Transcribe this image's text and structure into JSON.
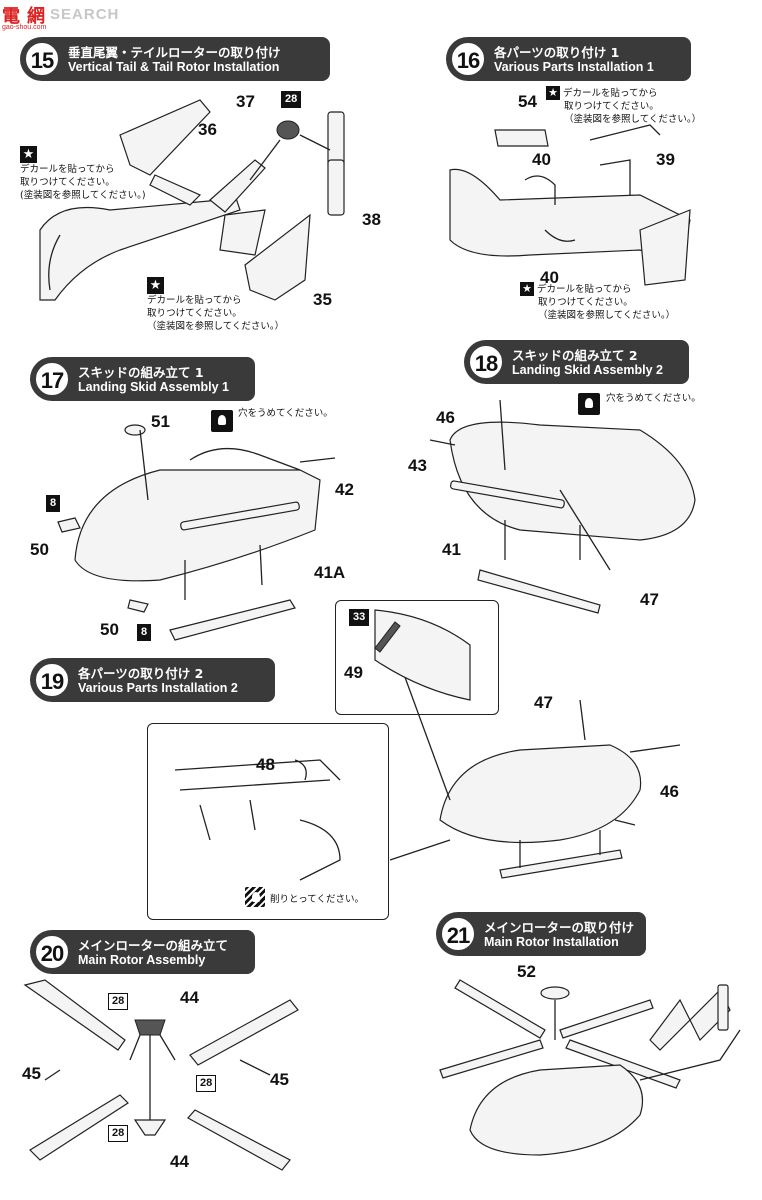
{
  "watermark": {
    "logo": "電 網",
    "sub": "gao-shou.com",
    "search": "SEARCH"
  },
  "steps": {
    "s15": {
      "num": "15",
      "jp": "垂直尾翼・テイルローターの取り付け",
      "en": "Vertical Tail & Tail Rotor Installation"
    },
    "s16": {
      "num": "16",
      "jp": "各パーツの取り付け 1",
      "en": "Various Parts Installation 1"
    },
    "s17": {
      "num": "17",
      "jp": "スキッドの組み立て 1",
      "en": "Landing Skid Assembly 1"
    },
    "s18": {
      "num": "18",
      "jp": "スキッドの組み立て 2",
      "en": "Landing Skid Assembly 2"
    },
    "s19": {
      "num": "19",
      "jp": "各パーツの取り付け 2",
      "en": "Various Parts Installation 2"
    },
    "s20": {
      "num": "20",
      "jp": "メインローターの組み立て",
      "en": "Main Rotor Assembly"
    },
    "s21": {
      "num": "21",
      "jp": "メインローターの取り付け",
      "en": "Main Rotor Installation"
    }
  },
  "notes": {
    "decal_line1": "デカールを貼ってから",
    "decal_line2": "取りつけてください。",
    "decal_line3": "（塗装図を参照してください。）",
    "decal_line3_b": "(塗装図を参照してください。)",
    "fill_holes": "穴をうめてください。",
    "cut_off": "削りとってください。"
  },
  "parts": {
    "p35": "35",
    "p36": "36",
    "p37": "37",
    "p38": "38",
    "p39": "39",
    "p40a": "40",
    "p40b": "40",
    "p54": "54",
    "p41": "41",
    "p41a": "41A",
    "p42": "42",
    "p43": "43",
    "p46a": "46",
    "p46b": "46",
    "p47a": "47",
    "p47b": "47",
    "p48": "48",
    "p49": "49",
    "p50a": "50",
    "p50b": "50",
    "p51": "51",
    "p44a": "44",
    "p44b": "44",
    "p45a": "45",
    "p45b": "45",
    "p52": "52"
  },
  "badges": {
    "b28_15": "28",
    "b8a": "8",
    "b8b": "8",
    "b33": "33",
    "b28_20a": "28",
    "b28_20b": "28",
    "b28_20c": "28"
  },
  "icons": [
    "star-icon",
    "fill-hole-icon",
    "cut-off-icon"
  ]
}
